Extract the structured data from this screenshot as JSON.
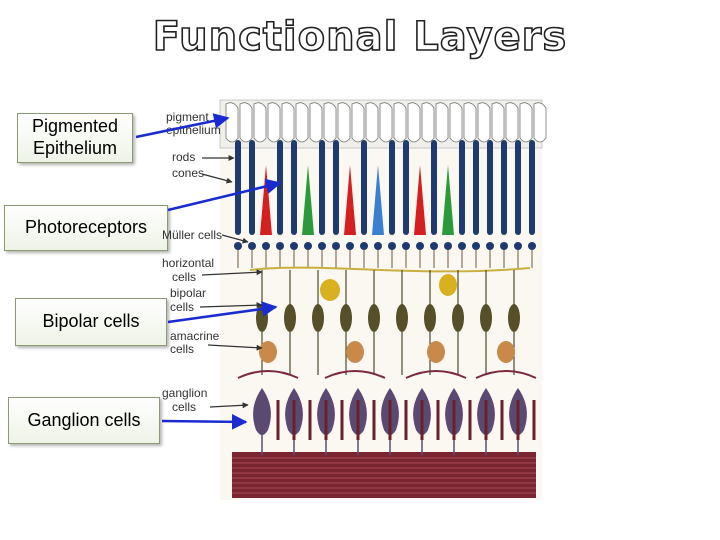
{
  "title": "Functional Layers",
  "boxes": {
    "pigmented": "Pigmented\nEpithelium",
    "photoreceptors": "Photoreceptors",
    "bipolar": "Bipolar cells",
    "ganglion": "Ganglion cells"
  },
  "figure_labels": {
    "pigment": "pigment",
    "epithelium": "epithelium",
    "rods": "rods",
    "cones": "cones",
    "muller": "Müller cells",
    "horizontal": "horizontal",
    "horizontal2": "cells",
    "bipolar": "bipolar",
    "bipolar2": "cells",
    "amacrine": "amacrine",
    "amacrine2": "cells",
    "ganglion": "ganglion",
    "ganglion2": "cells"
  },
  "colors": {
    "arrow": "#1a2ccf",
    "rod": "#1f3a6e",
    "cone_red": "#d42020",
    "cone_green": "#2c9a3a",
    "cone_blue": "#3a7fd0",
    "fiber": "#6b1f2a"
  }
}
